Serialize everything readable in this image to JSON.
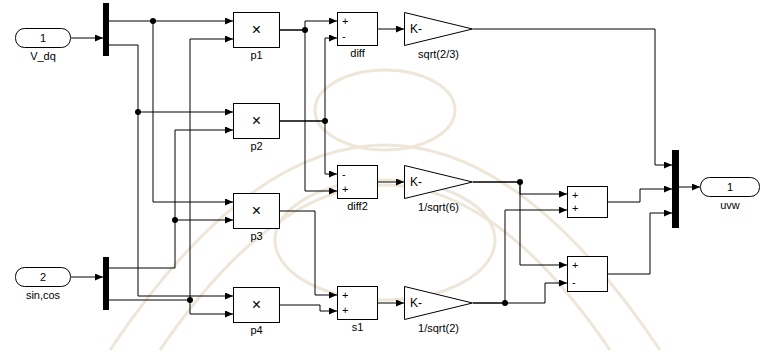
{
  "diagram": {
    "nodes": [
      {
        "text": [
          "1",
          "V_dq"
        ]
      },
      {
        "text": [
          "×",
          "p1"
        ]
      },
      {
        "text": [
          "+",
          "-",
          "diff"
        ]
      },
      {
        "text": [
          "K-",
          "sqrt(2/3)"
        ]
      },
      {
        "text": [
          "×",
          "p2"
        ]
      },
      {
        "text": [
          "-",
          "+",
          "diff2"
        ]
      },
      {
        "text": [
          "K-",
          "1/sqrt(6)"
        ]
      },
      {
        "text": [
          "+",
          "+"
        ]
      },
      {
        "text": [
          "1",
          "uvw"
        ]
      },
      {
        "text": [
          "×",
          "p3"
        ]
      },
      {
        "text": [
          "+",
          "-"
        ]
      },
      {
        "text": [
          "2",
          "sin,cos"
        ]
      },
      {
        "text": [
          "×",
          "p4"
        ]
      },
      {
        "text": [
          "+",
          "+",
          "s1"
        ]
      },
      {
        "text": [
          "K-",
          "1/sqrt(2)"
        ]
      }
    ],
    "edges": [
      {
        "from": 1,
        "to": 2,
        "arrow": "to"
      },
      {
        "from": 4,
        "to": 2,
        "arrow": "to"
      },
      {
        "from": 1,
        "to": 5,
        "arrow": "to"
      },
      {
        "from": 4,
        "to": 5,
        "arrow": "to"
      },
      {
        "from": 2,
        "to": 3,
        "arrow": "to"
      },
      {
        "from": 5,
        "to": 6,
        "arrow": "to"
      },
      {
        "from": 9,
        "to": 13,
        "arrow": "to"
      },
      {
        "from": 12,
        "to": 13,
        "arrow": "to"
      },
      {
        "from": 13,
        "to": 14,
        "arrow": "to"
      },
      {
        "from": 6,
        "to": 7,
        "arrow": "to"
      },
      {
        "from": 14,
        "to": 7,
        "arrow": "to"
      },
      {
        "from": 6,
        "to": 10,
        "arrow": "to"
      },
      {
        "from": 14,
        "to": 10,
        "arrow": "to"
      }
    ]
  }
}
